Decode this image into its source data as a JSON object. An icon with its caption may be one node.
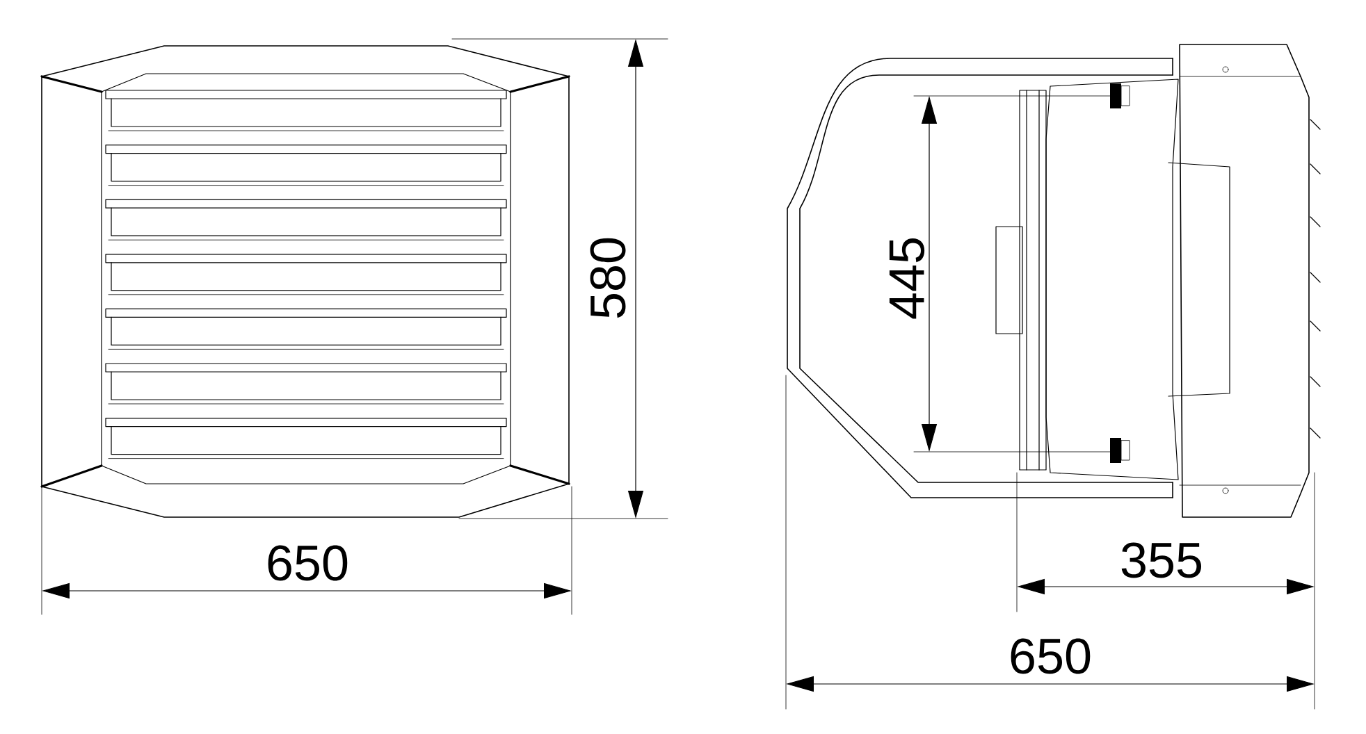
{
  "diagram": {
    "labels": [
      "580",
      "650",
      "445",
      "355",
      "650"
    ]
  }
}
